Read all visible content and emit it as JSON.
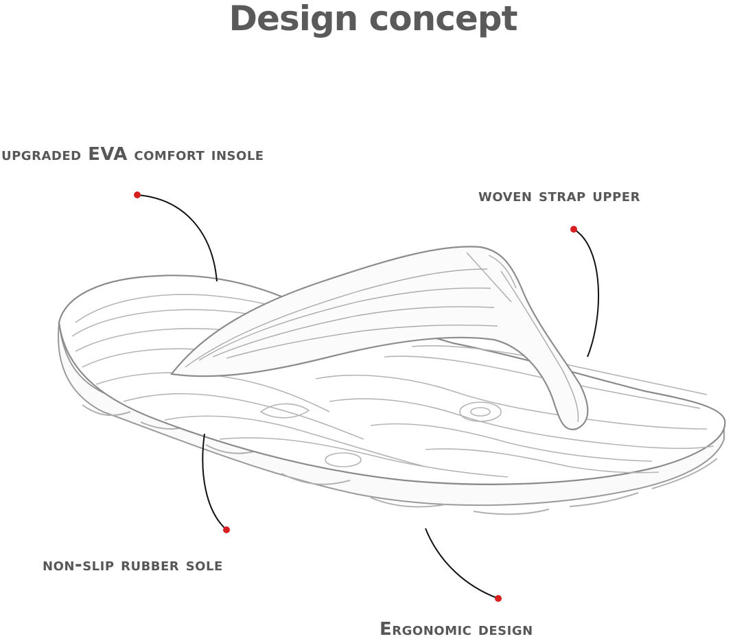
{
  "title": "Design concept",
  "callouts": {
    "insole": "upgraded EVA comfort insole",
    "upper": "woven strap upper",
    "sole": "non-slip rubber sole",
    "ergonomic": "Ergonomic design"
  },
  "colors": {
    "text": "#575757",
    "dot": "#d62020",
    "leader": "#111111",
    "sketch": "#9a9a9a"
  }
}
